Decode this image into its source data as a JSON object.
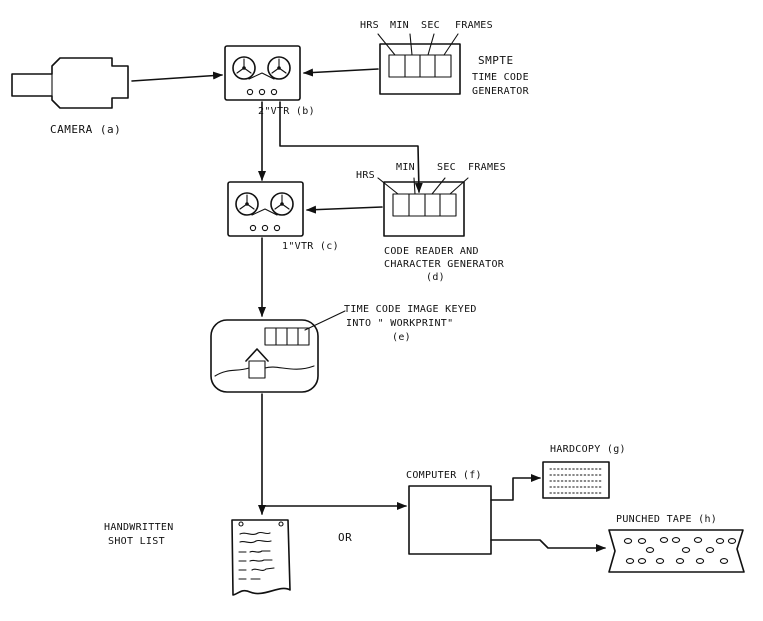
{
  "labels": {
    "camera": "CAMERA (a)",
    "vtr_2in": "2\"VTR (b)",
    "smpte_line1": "SMPTE",
    "smpte_line2": "TIME CODE",
    "smpte_line3": "GENERATOR",
    "field_hrs": "HRS",
    "field_min": "MIN",
    "field_sec": "SEC",
    "field_frames": "FRAMES",
    "vtr_1in": "1\"VTR (c)",
    "reader_line1": "CODE READER AND",
    "reader_line2": "CHARACTER GENERATOR",
    "reader_line3": "(d)",
    "keyed_line1": "TIME CODE IMAGE KEYED",
    "keyed_line2": "INTO \" WORKPRINT\"",
    "keyed_line3": "(e)",
    "shotlist_line1": "HANDWRITTEN",
    "shotlist_line2": "SHOT LIST",
    "or": "OR",
    "computer": "COMPUTER (f)",
    "hardcopy": "HARDCOPY (g)",
    "punched_tape": "PUNCHED TAPE (h)"
  }
}
